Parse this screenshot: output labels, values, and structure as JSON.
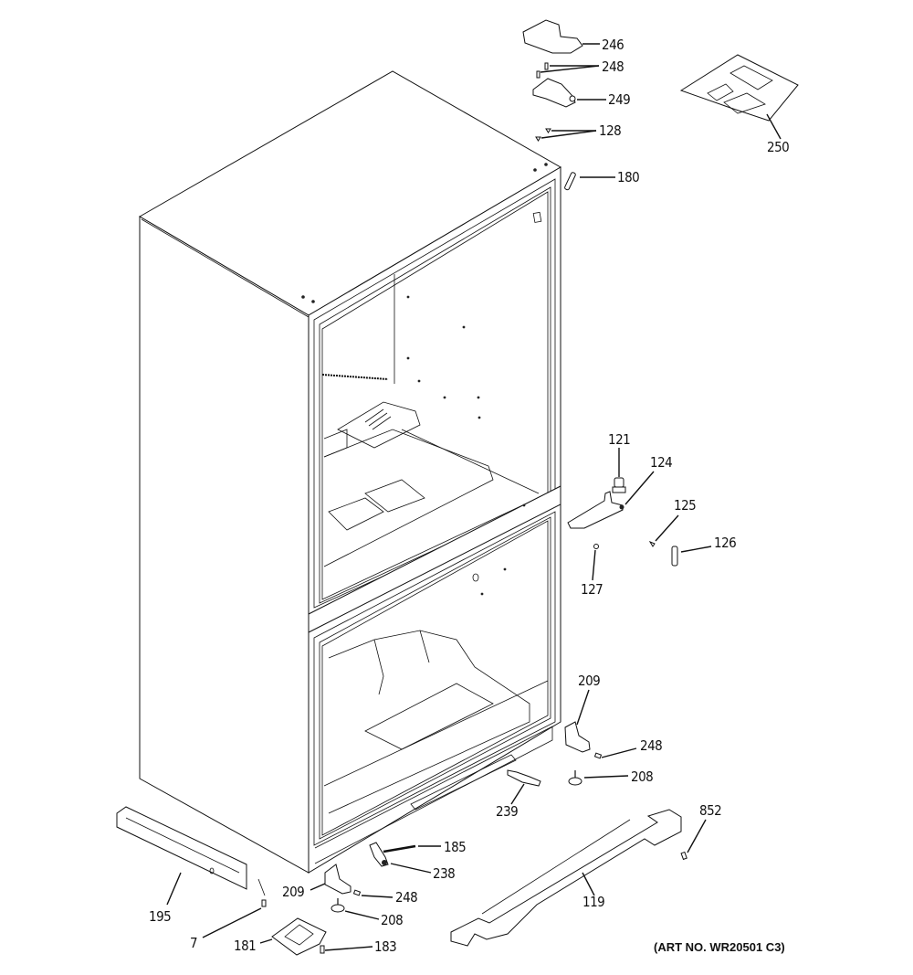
{
  "diagram": {
    "subject": "Refrigerator cabinet parts (bottom-freezer) exploded view",
    "art_number": "(ART NO. WR20501 C3)",
    "callouts": {
      "c246": "246",
      "c248_top": "248",
      "c249": "249",
      "c128": "128",
      "c180": "180",
      "c250": "250",
      "c121": "121",
      "c124": "124",
      "c125": "125",
      "c126": "126",
      "c127": "127",
      "c209_right": "209",
      "c248_right": "248",
      "c208_right": "208",
      "c239": "239",
      "c852": "852",
      "c185": "185",
      "c238": "238",
      "c209_left": "209",
      "c248_left": "248",
      "c208_left": "208",
      "c119": "119",
      "c195": "195",
      "c7": "7",
      "c181": "181",
      "c183": "183"
    }
  }
}
